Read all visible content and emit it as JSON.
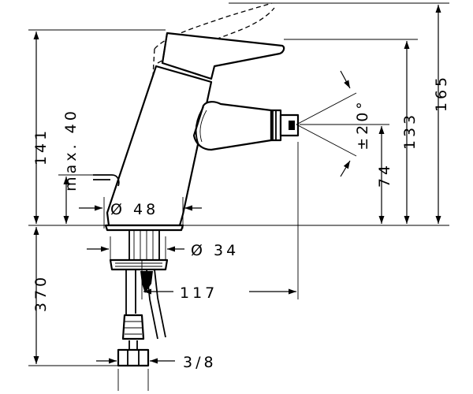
{
  "dimensions": {
    "height_body": "141",
    "height_max_lever": "max. 40",
    "height_spout": "133",
    "height_total": "165",
    "height_jet": "74",
    "angle_jet": "±20°",
    "diameter_body": "Ø 48",
    "diameter_shank": "Ø 34",
    "reach_spout": "117",
    "length_hoses": "370",
    "thread_connection": "3/8"
  }
}
